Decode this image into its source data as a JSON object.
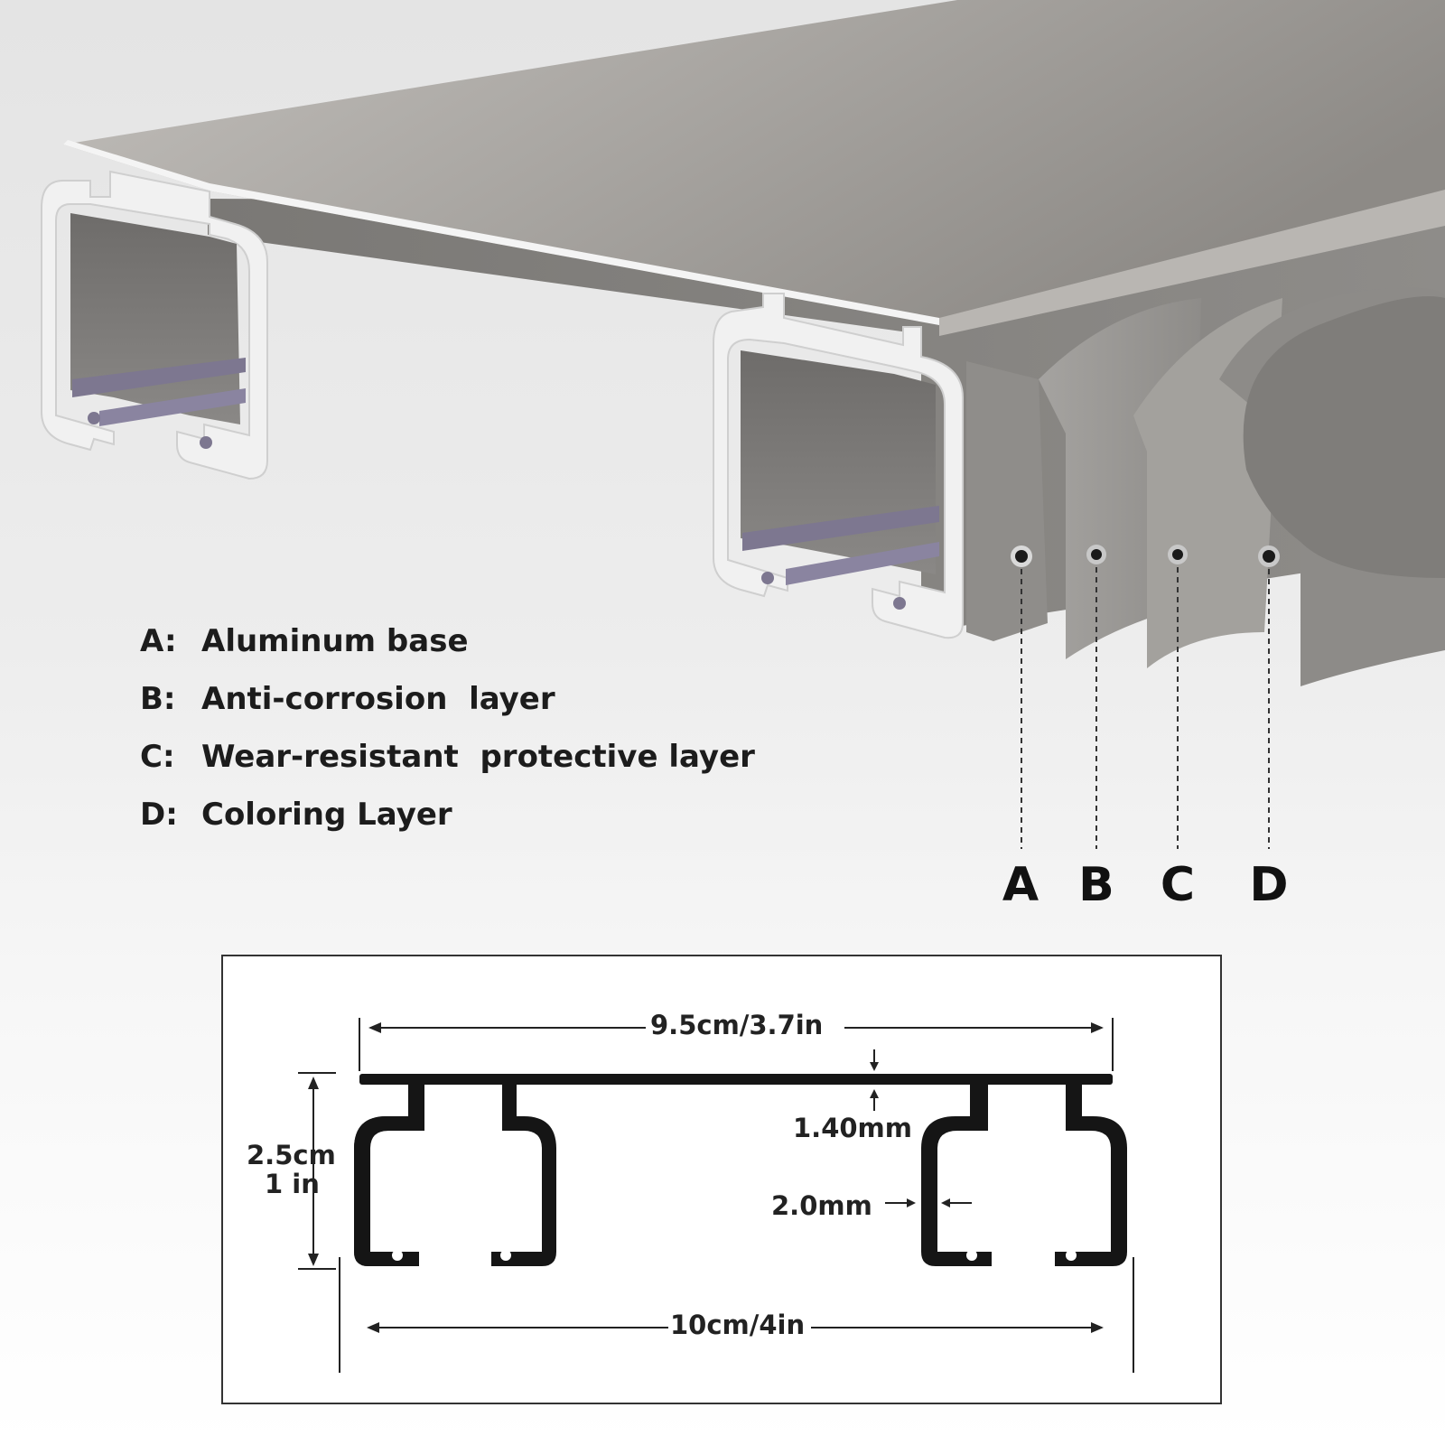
{
  "legend": [
    {
      "key": "A:",
      "text": "Aluminum base"
    },
    {
      "key": "B:",
      "text": "Anti-corrosion  layer"
    },
    {
      "key": "C:",
      "text": "Wear-resistant  protective layer"
    },
    {
      "key": "D:",
      "text": "Coloring Layer"
    }
  ],
  "layer_letters": [
    "A",
    "B",
    "C",
    "D"
  ],
  "dimensions": {
    "top_width": "9.5cm/3.7in",
    "top_thickness": "1.40mm",
    "height_cm": "2.5cm",
    "height_in": "1 in",
    "wall_thickness": "2.0mm",
    "bottom_width": "10cm/4in"
  },
  "colors": {
    "rail_gray": "#9a9793",
    "rail_dark": "#6f6d6a",
    "rail_edge": "#f2f2f2",
    "glider_purple": "#7d7790",
    "profile_black": "#151515"
  }
}
